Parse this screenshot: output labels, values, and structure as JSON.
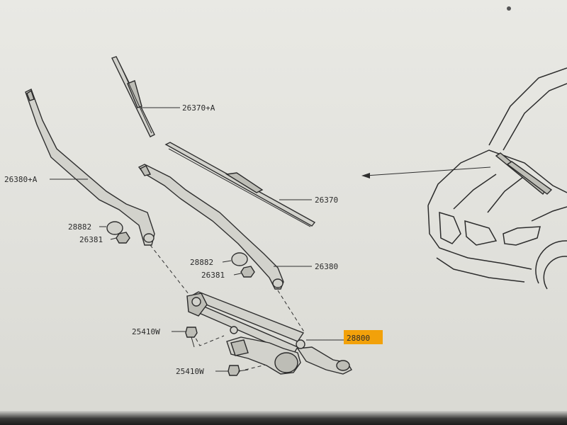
{
  "diagram": {
    "callouts": {
      "blade_right": "26370+A",
      "arm_right": "26380+A",
      "cap_upper": "28882",
      "nut_upper": "26381",
      "blade_left": "26370",
      "cap_lower": "28882",
      "nut_lower": "26381",
      "arm_left": "26380",
      "bolt_upper": "25410W",
      "linkage_motor": "28800",
      "bolt_lower": "25410W"
    },
    "highlighted_part": "28800",
    "colors": {
      "highlight": "#f2a10a",
      "line": "#2f2f2f",
      "paper": "#e6e6e1"
    }
  }
}
